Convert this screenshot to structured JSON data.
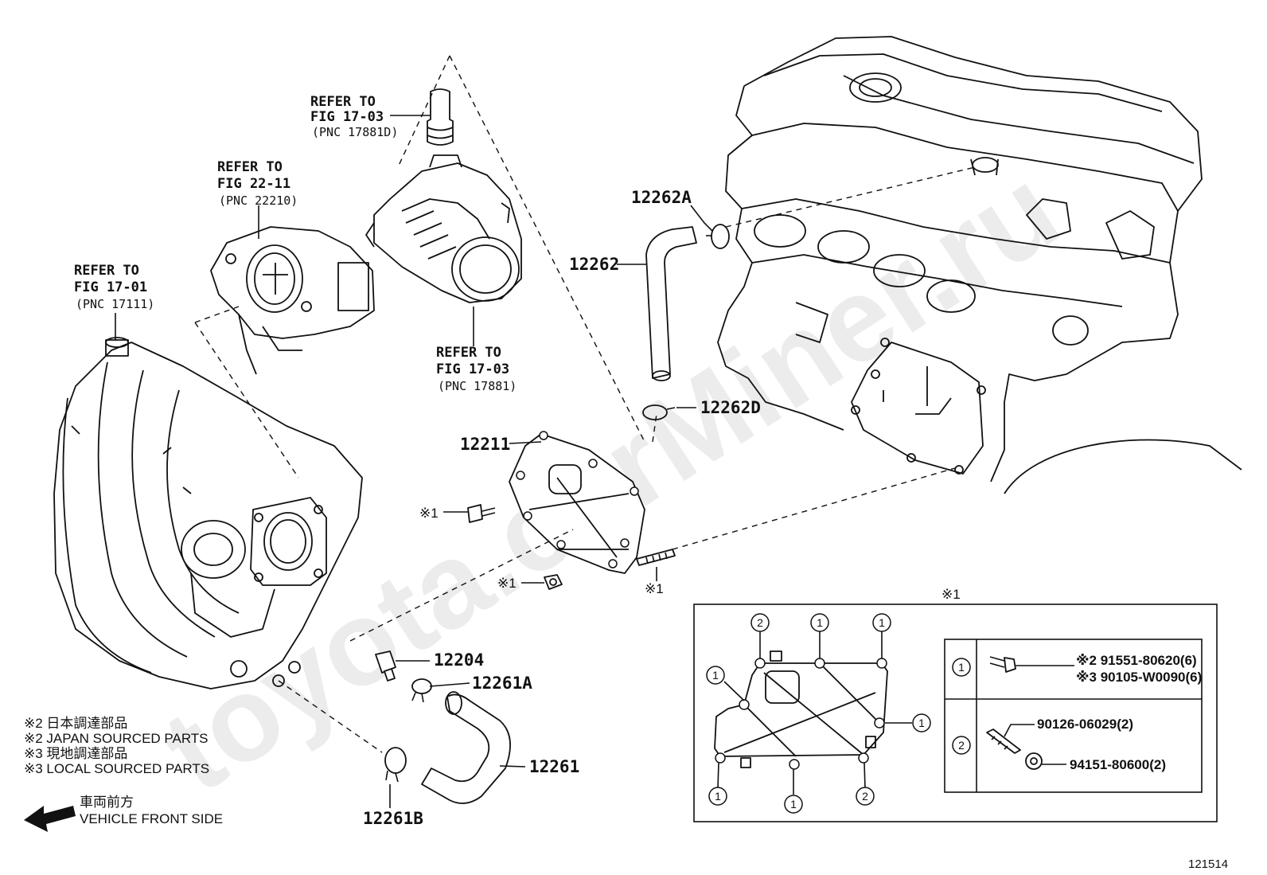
{
  "refs": {
    "hose_top": [
      "REFER TO",
      "FIG 17-03",
      "(PNC 17881D)"
    ],
    "throttle": [
      "REFER TO",
      "FIG 22-11",
      "(PNC 22210)"
    ],
    "manifold": [
      "REFER TO",
      "FIG 17-01",
      "(PNC 17111)"
    ],
    "air_hose": [
      "REFER TO",
      "FIG 17-03",
      "(PNC 17881)"
    ]
  },
  "parts": {
    "p12262A": "12262A",
    "p12262": "12262",
    "p12262D": "12262D",
    "p12211": "12211",
    "p12204": "12204",
    "p12261A": "12261A",
    "p12261": "12261",
    "p12261B": "12261B"
  },
  "marks": {
    "bolt_upper": "※1",
    "bolt_lower": "※1",
    "stud": "※1",
    "inset_title": "※1"
  },
  "notes": [
    "※2  日本調達部品",
    "※2  JAPAN SOURCED PARTS",
    "※3  現地調達部品",
    "※3  LOCAL SOURCED PARTS"
  ],
  "front": [
    "車両前方",
    "VEHICLE FRONT SIDE"
  ],
  "inset": {
    "row1_id": "1",
    "row1_line1": "※2 91551-80620(6)",
    "row1_line2": "※3 90105-W0090(6)",
    "row2_id": "2",
    "row2_stud": "90126-06029(2)",
    "row2_nut": "94151-80600(2)",
    "callouts": [
      "2",
      "1",
      "1",
      "1",
      "1",
      "1",
      "1",
      "2"
    ]
  },
  "diagram_id": "121514",
  "watermark": "toyota.carMiner.ru"
}
